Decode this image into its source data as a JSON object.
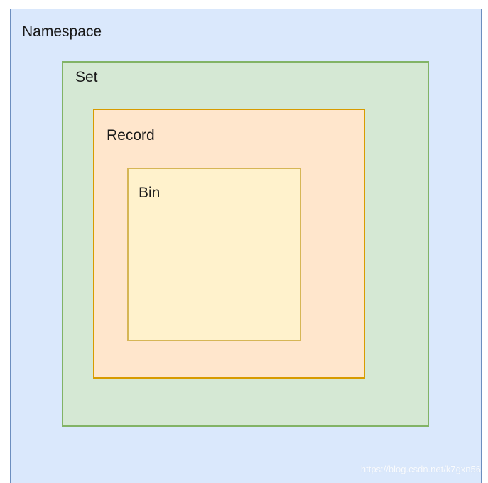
{
  "diagram": {
    "namespace": {
      "label": "Namespace",
      "fill": "#dae8fc",
      "stroke": "#6c8ebf"
    },
    "set": {
      "label": "Set",
      "fill": "#d5e8d4",
      "stroke": "#82b366"
    },
    "record": {
      "label": "Record",
      "fill": "#ffe6cc",
      "stroke": "#d79b00"
    },
    "bin": {
      "label": "Bin",
      "fill": "#fff2cc",
      "stroke": "#d6b656"
    }
  },
  "watermark": "https://blog.csdn.net/k7gxn56"
}
